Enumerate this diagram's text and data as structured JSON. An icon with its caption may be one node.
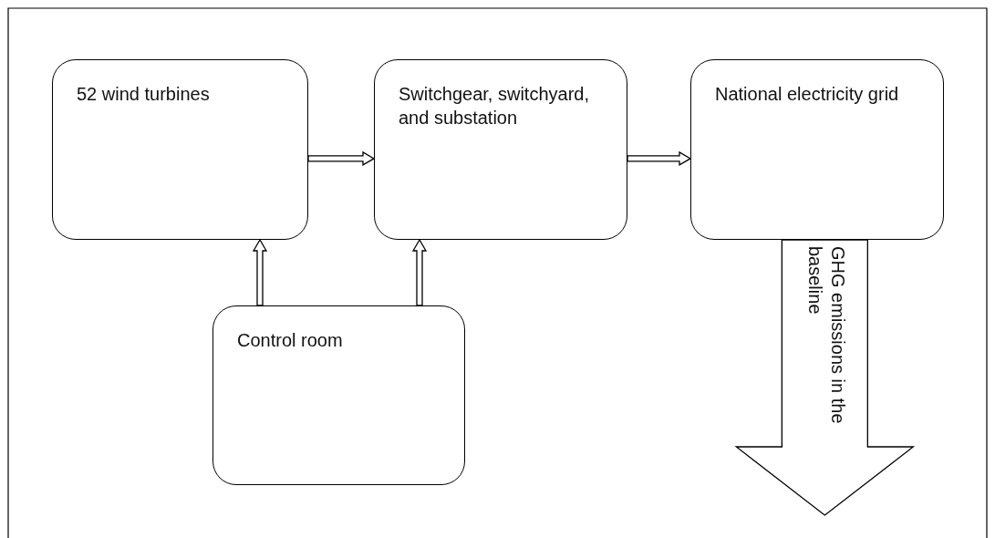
{
  "diagram": {
    "nodes": [
      {
        "text": [
          "52 wind turbines"
        ]
      },
      {
        "text": [
          "Switchgear, switchyard, and substation"
        ]
      },
      {
        "text": [
          "National electricity grid"
        ]
      },
      {
        "text": [
          "Control room"
        ]
      }
    ],
    "edges": [
      {
        "from": 0,
        "to": 1,
        "arrow": "to"
      },
      {
        "from": 1,
        "to": 2,
        "arrow": "to"
      },
      {
        "from": 3,
        "to": 0,
        "arrow": "to"
      },
      {
        "from": 3,
        "to": 1,
        "arrow": "to"
      },
      {
        "from": 2,
        "to": null,
        "arrow": "to",
        "label": "GHG emissions in the baseline",
        "style": "thick"
      }
    ]
  }
}
